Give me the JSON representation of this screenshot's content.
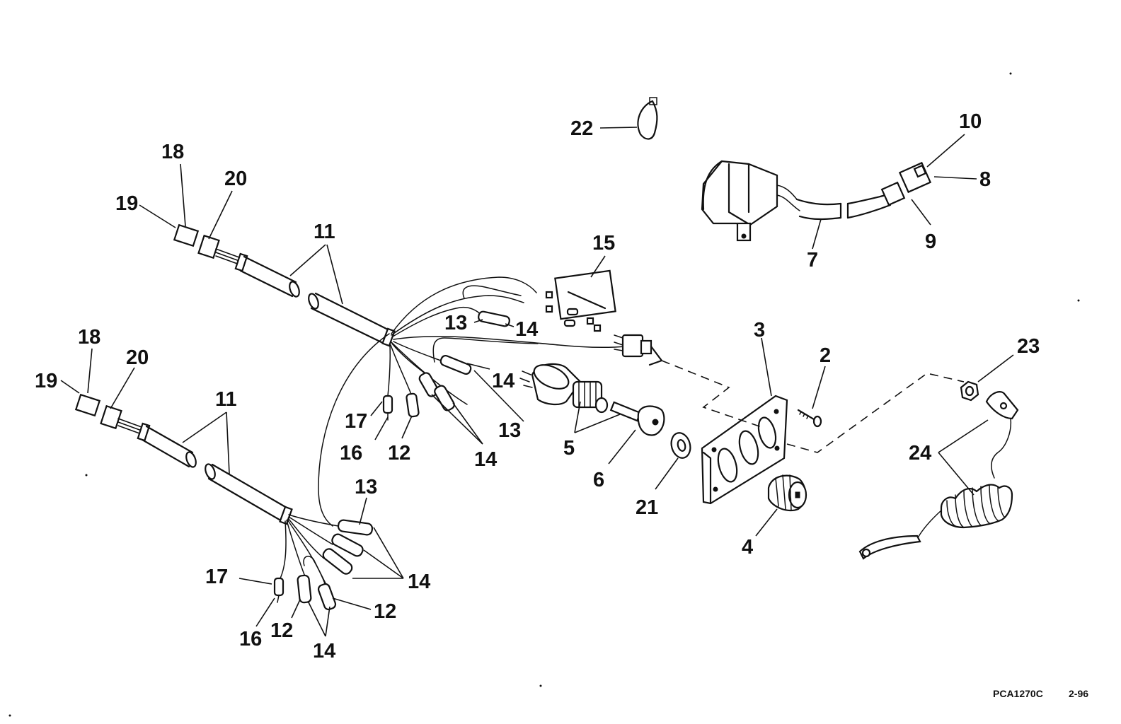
{
  "diagram": {
    "footer": {
      "code": "PCA1270C",
      "date": "2-96"
    },
    "callouts": {
      "c2": "2",
      "c3": "3",
      "c4": "4",
      "c5": "5",
      "c6": "6",
      "c7": "7",
      "c8": "8",
      "c9": "9",
      "c10": "10",
      "c11a": "11",
      "c11b": "11",
      "c12a": "12",
      "c12b": "12",
      "c12c": "12",
      "c13a": "13",
      "c13b": "13",
      "c13c": "13",
      "c14a": "14",
      "c14b": "14",
      "c14c": "14",
      "c14d": "14",
      "c14e": "14",
      "c15": "15",
      "c16a": "16",
      "c16b": "16",
      "c17a": "17",
      "c17b": "17",
      "c18a": "18",
      "c18b": "18",
      "c19a": "19",
      "c19b": "19",
      "c20a": "20",
      "c20b": "20",
      "c21": "21",
      "c22": "22",
      "c23": "23",
      "c24": "24"
    }
  }
}
